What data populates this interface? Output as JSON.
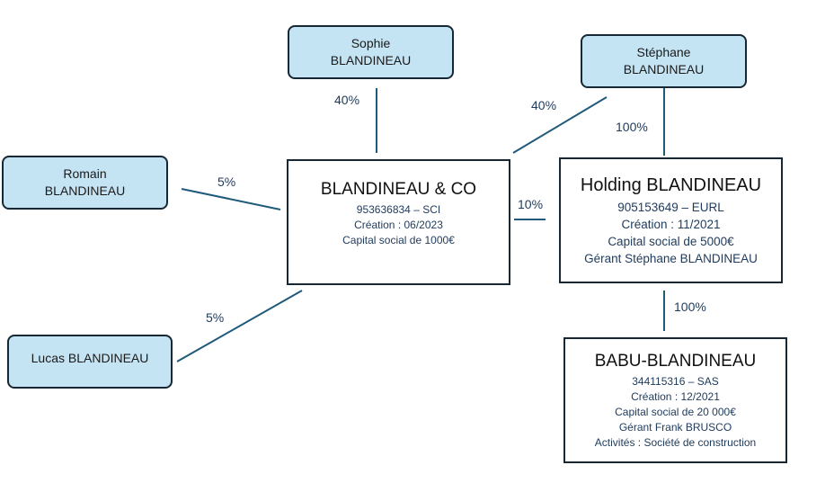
{
  "persons": {
    "sophie": {
      "line1": "Sophie",
      "line2": "BLANDINEAU"
    },
    "stephane": {
      "line1": "Stéphane",
      "line2": "BLANDINEAU"
    },
    "romain": {
      "line1": "Romain",
      "line2": "BLANDINEAU"
    },
    "lucas": {
      "line1": "Lucas BLANDINEAU"
    }
  },
  "companies": {
    "blandineau_co": {
      "title": "BLANDINEAU & CO",
      "lines": [
        "953636834 – SCI",
        "Création : 06/2023",
        "Capital social de 1000€"
      ]
    },
    "holding": {
      "title": "Holding BLANDINEAU",
      "lines": [
        "905153649 – EURL",
        "Création : 11/2021",
        "Capital social de 5000€",
        "Gérant Stéphane BLANDINEAU"
      ]
    },
    "babu": {
      "title": "BABU-BLANDINEAU",
      "lines": [
        "344115316 – SAS",
        "Création : 12/2021",
        "Capital social de 20 000€",
        "Gérant Frank BRUSCO",
        "Activités : Société de construction"
      ]
    }
  },
  "ownership": [
    {
      "from": "Sophie BLANDINEAU",
      "to": "BLANDINEAU & CO",
      "label": "40%"
    },
    {
      "from": "Stéphane BLANDINEAU",
      "to": "BLANDINEAU & CO",
      "label": "40%"
    },
    {
      "from": "Stéphane BLANDINEAU",
      "to": "Holding BLANDINEAU",
      "label": "100%"
    },
    {
      "from": "Romain BLANDINEAU",
      "to": "BLANDINEAU & CO",
      "label": "5%"
    },
    {
      "from": "Lucas BLANDINEAU",
      "to": "BLANDINEAU & CO",
      "label": "5%"
    },
    {
      "from": "Holding BLANDINEAU",
      "to": "BLANDINEAU & CO",
      "label": "10%"
    },
    {
      "from": "Holding BLANDINEAU",
      "to": "BABU-BLANDINEAU",
      "label": "100%"
    }
  ],
  "colors": {
    "person_fill": "#c4e4f4",
    "border": "#172733",
    "connector": "#1f5a7a",
    "text_secondary": "#1e3a5c"
  }
}
